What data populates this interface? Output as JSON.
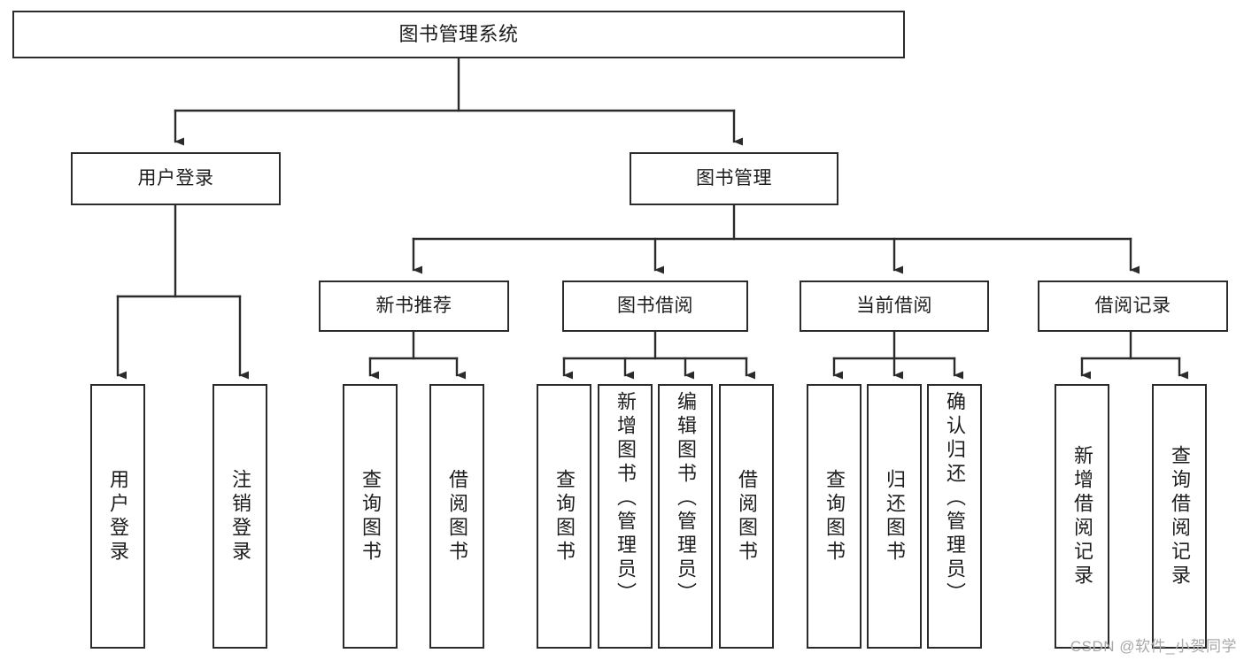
{
  "diagram": {
    "title": "图书管理系统",
    "type": "tree-hierarchy-chart",
    "watermark": "CSDN @软件_小贺同学",
    "colors": {
      "box_border": "#2b2b2b",
      "box_fill": "#ffffff",
      "edge": "#2b2b2b",
      "text": "#1d1d1d",
      "watermark": "#a9a9a9",
      "background": "#ffffff"
    }
  },
  "nodes": {
    "root": {
      "label": "图书管理系统"
    },
    "level1": [
      {
        "label": "用户登录"
      },
      {
        "label": "图书管理"
      }
    ],
    "level2": [
      {
        "label": "新书推荐"
      },
      {
        "label": "图书借阅"
      },
      {
        "label": "当前借阅"
      },
      {
        "label": "借阅记录"
      }
    ],
    "leaves": {
      "user_login": [
        {
          "label": "用户登录"
        },
        {
          "label": "注销登录"
        }
      ],
      "new_book_recommend": [
        {
          "label": "查询图书"
        },
        {
          "label": "借阅图书"
        }
      ],
      "book_borrow": [
        {
          "label": "查询图书"
        },
        {
          "label": "新增图书（管理员）"
        },
        {
          "label": "编辑图书（管理员）"
        },
        {
          "label": "借阅图书"
        }
      ],
      "current_borrow": [
        {
          "label": "查询图书"
        },
        {
          "label": "归还图书"
        },
        {
          "label": "确认归还（管理员）"
        }
      ],
      "borrow_record": [
        {
          "label": "新增借阅记录"
        },
        {
          "label": "查询借阅记录"
        }
      ]
    }
  }
}
